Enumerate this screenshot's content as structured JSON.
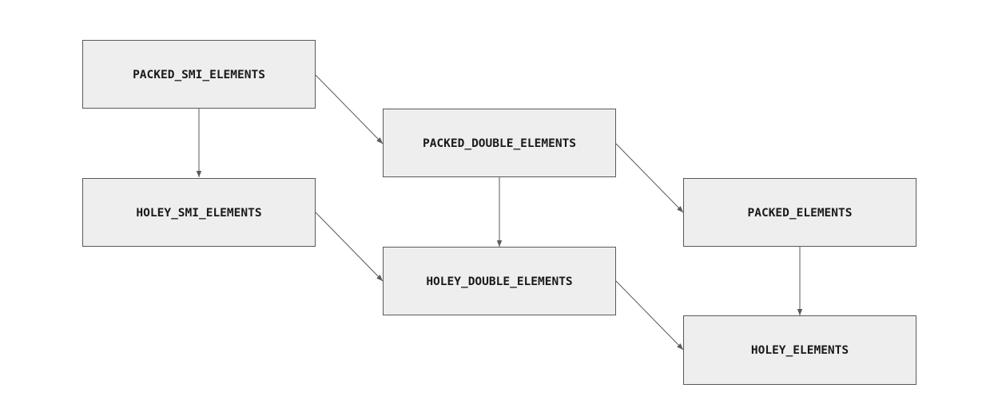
{
  "diagram": {
    "nodes": {
      "packed_smi": "PACKED_SMI_ELEMENTS",
      "holey_smi": "HOLEY_SMI_ELEMENTS",
      "packed_double": "PACKED_DOUBLE_ELEMENTS",
      "holey_double": "HOLEY_DOUBLE_ELEMENTS",
      "packed": "PACKED_ELEMENTS",
      "holey": "HOLEY_ELEMENTS"
    },
    "edges": [
      {
        "from": "packed_smi",
        "to": "holey_smi"
      },
      {
        "from": "packed_smi",
        "to": "packed_double"
      },
      {
        "from": "holey_smi",
        "to": "holey_double"
      },
      {
        "from": "packed_double",
        "to": "holey_double"
      },
      {
        "from": "packed_double",
        "to": "packed"
      },
      {
        "from": "holey_double",
        "to": "holey"
      },
      {
        "from": "packed",
        "to": "holey"
      }
    ],
    "colors": {
      "node_fill": "#eeeeee",
      "node_stroke": "#595959",
      "edge": "#595959",
      "text": "#1a1a1a"
    }
  }
}
